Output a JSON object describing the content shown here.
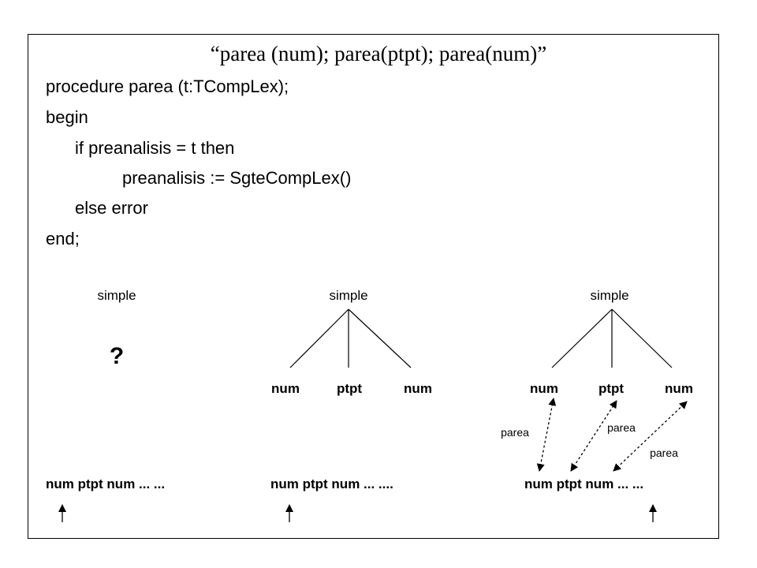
{
  "title": "“parea (num);  parea(ptpt); parea(num)”",
  "code": {
    "line1": "procedure parea (t:TCompLex);",
    "line2": "begin",
    "line3": "if preanalisis = t then",
    "line4": "preanalisis := SgteCompLex()",
    "line5": "else error",
    "line6": "end;"
  },
  "diagram": {
    "panel1": {
      "root": "simple",
      "question": "?",
      "input": "num ptpt num ... ..."
    },
    "panel2": {
      "root": "simple",
      "children": [
        "num",
        "ptpt",
        "num"
      ],
      "input": "num ptpt num ... ...."
    },
    "panel3": {
      "root": "simple",
      "children": [
        "num",
        "ptpt",
        "num"
      ],
      "input": "num ptpt num ... ...",
      "match_labels": [
        "parea",
        "parea",
        "parea"
      ]
    }
  }
}
